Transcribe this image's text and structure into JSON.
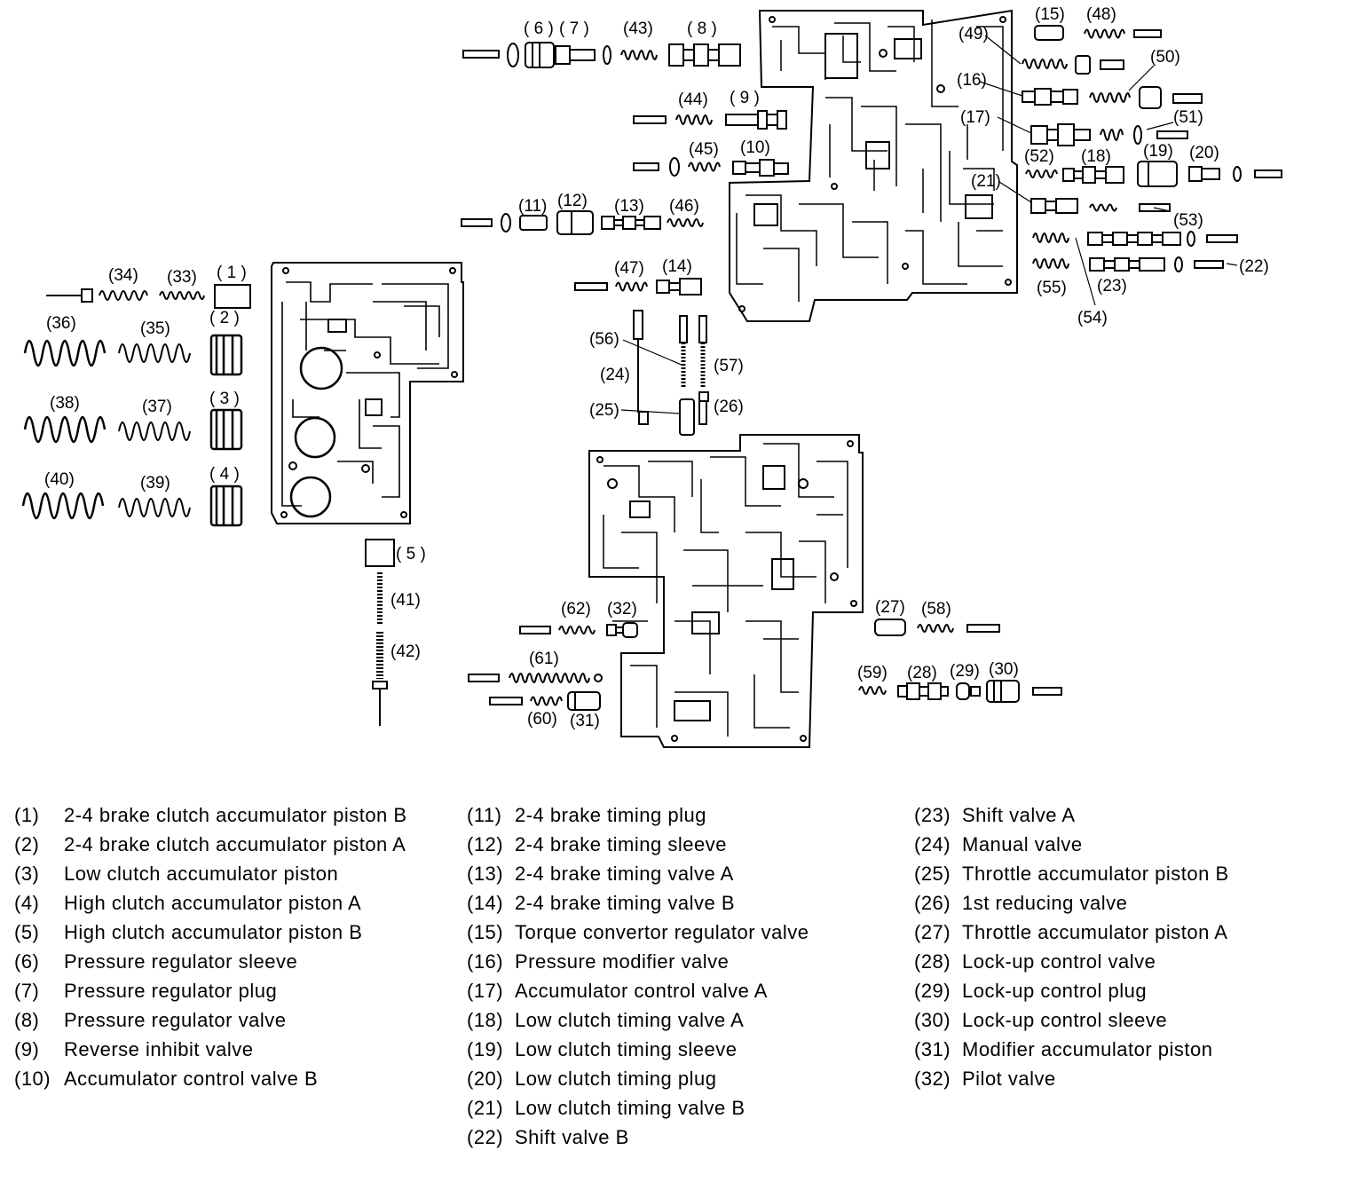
{
  "callouts": [
    {
      "id": "c1",
      "text": "( 1 )"
    },
    {
      "id": "c2",
      "text": "( 2 )"
    },
    {
      "id": "c3",
      "text": "( 3 )"
    },
    {
      "id": "c4",
      "text": "( 4 )"
    },
    {
      "id": "c5",
      "text": "( 5 )"
    },
    {
      "id": "c6",
      "text": "( 6 )"
    },
    {
      "id": "c7",
      "text": "( 7 )"
    },
    {
      "id": "c8",
      "text": "( 8 )"
    },
    {
      "id": "c9",
      "text": "( 9 )"
    },
    {
      "id": "c10",
      "text": "(10)"
    },
    {
      "id": "c11",
      "text": "(11)"
    },
    {
      "id": "c12",
      "text": "(12)"
    },
    {
      "id": "c13",
      "text": "(13)"
    },
    {
      "id": "c14",
      "text": "(14)"
    },
    {
      "id": "c15",
      "text": "(15)"
    },
    {
      "id": "c16",
      "text": "(16)"
    },
    {
      "id": "c17",
      "text": "(17)"
    },
    {
      "id": "c18",
      "text": "(18)"
    },
    {
      "id": "c19",
      "text": "(19)"
    },
    {
      "id": "c20",
      "text": "(20)"
    },
    {
      "id": "c21",
      "text": "(21)"
    },
    {
      "id": "c22",
      "text": "(22)"
    },
    {
      "id": "c23",
      "text": "(23)"
    },
    {
      "id": "c24",
      "text": "(24)"
    },
    {
      "id": "c25",
      "text": "(25)"
    },
    {
      "id": "c26",
      "text": "(26)"
    },
    {
      "id": "c27",
      "text": "(27)"
    },
    {
      "id": "c28",
      "text": "(28)"
    },
    {
      "id": "c29",
      "text": "(29)"
    },
    {
      "id": "c30",
      "text": "(30)"
    },
    {
      "id": "c31",
      "text": "(31)"
    },
    {
      "id": "c32",
      "text": "(32)"
    },
    {
      "id": "c33",
      "text": "(33)"
    },
    {
      "id": "c34",
      "text": "(34)"
    },
    {
      "id": "c35",
      "text": "(35)"
    },
    {
      "id": "c36",
      "text": "(36)"
    },
    {
      "id": "c37",
      "text": "(37)"
    },
    {
      "id": "c38",
      "text": "(38)"
    },
    {
      "id": "c39",
      "text": "(39)"
    },
    {
      "id": "c40",
      "text": "(40)"
    },
    {
      "id": "c41",
      "text": "(41)"
    },
    {
      "id": "c42",
      "text": "(42)"
    },
    {
      "id": "c43",
      "text": "(43)"
    },
    {
      "id": "c44",
      "text": "(44)"
    },
    {
      "id": "c45",
      "text": "(45)"
    },
    {
      "id": "c46",
      "text": "(46)"
    },
    {
      "id": "c47",
      "text": "(47)"
    },
    {
      "id": "c48",
      "text": "(48)"
    },
    {
      "id": "c49",
      "text": "(49)"
    },
    {
      "id": "c50",
      "text": "(50)"
    },
    {
      "id": "c51",
      "text": "(51)"
    },
    {
      "id": "c52",
      "text": "(52)"
    },
    {
      "id": "c53",
      "text": "(53)"
    },
    {
      "id": "c54",
      "text": "(54)"
    },
    {
      "id": "c55",
      "text": "(55)"
    },
    {
      "id": "c56",
      "text": "(56)"
    },
    {
      "id": "c57",
      "text": "(57)"
    },
    {
      "id": "c58",
      "text": "(58)"
    },
    {
      "id": "c59",
      "text": "(59)"
    },
    {
      "id": "c60",
      "text": "(60)"
    },
    {
      "id": "c61",
      "text": "(61)"
    },
    {
      "id": "c62",
      "text": "(62)"
    }
  ],
  "legend": {
    "col1": [
      {
        "num": "(1)",
        "text": "2-4 brake clutch accumulator piston B"
      },
      {
        "num": "(2)",
        "text": "2-4 brake clutch accumulator piston A"
      },
      {
        "num": "(3)",
        "text": "Low clutch accumulator piston"
      },
      {
        "num": "(4)",
        "text": "High clutch accumulator piston A"
      },
      {
        "num": "(5)",
        "text": "High clutch accumulator piston B"
      },
      {
        "num": "(6)",
        "text": "Pressure regulator sleeve"
      },
      {
        "num": "(7)",
        "text": "Pressure regulator plug"
      },
      {
        "num": "(8)",
        "text": "Pressure regulator valve"
      },
      {
        "num": "(9)",
        "text": "Reverse inhibit valve"
      },
      {
        "num": "(10)",
        "text": "Accumulator control valve B"
      }
    ],
    "col2": [
      {
        "num": "(11)",
        "text": "2-4 brake timing plug"
      },
      {
        "num": "(12)",
        "text": "2-4 brake timing sleeve"
      },
      {
        "num": "(13)",
        "text": "2-4 brake timing valve A"
      },
      {
        "num": "(14)",
        "text": "2-4 brake timing valve B"
      },
      {
        "num": "(15)",
        "text": "Torque convertor regulator valve"
      },
      {
        "num": "(16)",
        "text": "Pressure modifier valve"
      },
      {
        "num": "(17)",
        "text": "Accumulator control valve A"
      },
      {
        "num": "(18)",
        "text": "Low clutch timing valve A"
      },
      {
        "num": "(19)",
        "text": "Low clutch timing sleeve"
      },
      {
        "num": "(20)",
        "text": "Low clutch timing plug"
      },
      {
        "num": "(21)",
        "text": "Low clutch timing valve B"
      },
      {
        "num": "(22)",
        "text": "Shift valve B"
      }
    ],
    "col3": [
      {
        "num": "(23)",
        "text": "Shift valve A"
      },
      {
        "num": "(24)",
        "text": "Manual valve"
      },
      {
        "num": "(25)",
        "text": "Throttle accumulator piston B"
      },
      {
        "num": "(26)",
        "text": "1st reducing valve"
      },
      {
        "num": "(27)",
        "text": "Throttle accumulator piston A"
      },
      {
        "num": "(28)",
        "text": "Lock-up control valve"
      },
      {
        "num": "(29)",
        "text": "Lock-up control plug"
      },
      {
        "num": "(30)",
        "text": "Lock-up control sleeve"
      },
      {
        "num": "(31)",
        "text": "Modifier accumulator piston"
      },
      {
        "num": "(32)",
        "text": "Pilot valve"
      }
    ]
  }
}
